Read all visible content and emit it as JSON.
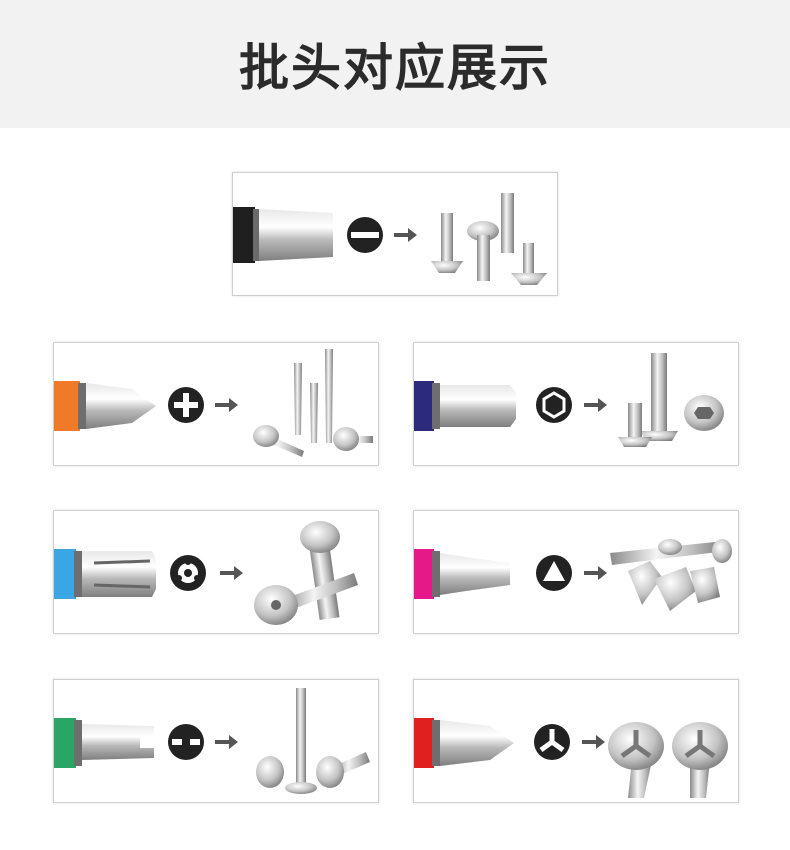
{
  "header": {
    "title": "批头对应展示"
  },
  "cards": [
    {
      "bit": "slotted",
      "symbol": "slotted-symbol-icon",
      "collar_color": "#1f1f1f",
      "screws": "slotted-countersunk-screws"
    },
    {
      "bit": "phillips",
      "symbol": "phillips-symbol-icon",
      "collar_color": "#f07a28",
      "screws": "phillips-self-tapping-screws"
    },
    {
      "bit": "hex",
      "symbol": "hex-symbol-icon",
      "collar_color": "#2c2a7a",
      "screws": "hex-socket-screws"
    },
    {
      "bit": "torx-pin",
      "symbol": "torx-symbol-icon",
      "collar_color": "#3aa6e6",
      "screws": "torx-button-screws"
    },
    {
      "bit": "triangle",
      "symbol": "triangle-symbol-icon",
      "collar_color": "#e6198a",
      "screws": "triangle-head-screws"
    },
    {
      "bit": "spanner",
      "symbol": "spanner-symbol-icon",
      "collar_color": "#2aa564",
      "screws": "spanner-head-screws"
    },
    {
      "bit": "y-type",
      "symbol": "y-type-symbol-icon",
      "collar_color": "#e02020",
      "screws": "y-type-head-screws"
    }
  ]
}
